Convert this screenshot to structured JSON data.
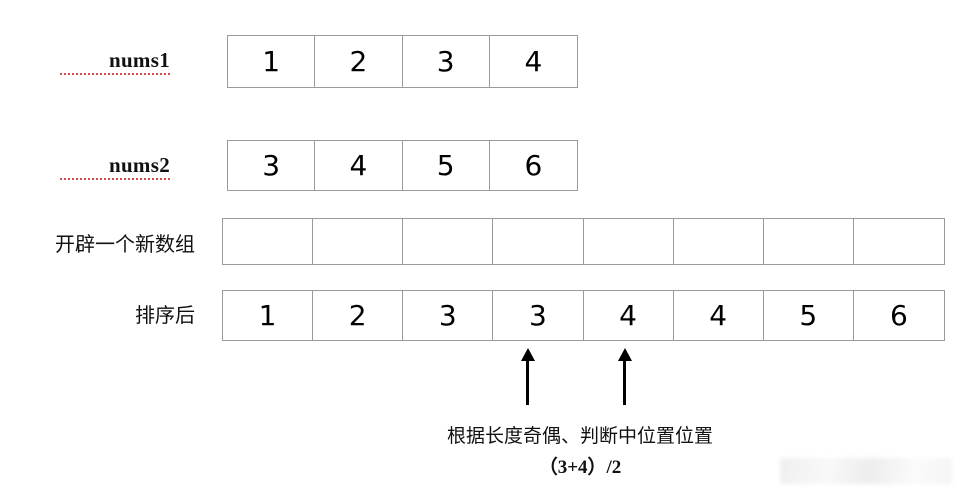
{
  "diagram": {
    "title": "merge two sorted arrays median illustration",
    "rows": [
      {
        "id": "nums1",
        "label": "nums1",
        "label_style": "latin-spellcheck",
        "cells": [
          "1",
          "2",
          "3",
          "4"
        ]
      },
      {
        "id": "nums2",
        "label": "nums2",
        "label_style": "latin-spellcheck",
        "cells": [
          "3",
          "4",
          "5",
          "6"
        ]
      },
      {
        "id": "new-array",
        "label": "开辟一个新数组",
        "label_style": "cjk",
        "cells": [
          "",
          "",
          "",
          "",
          "",
          "",
          "",
          ""
        ]
      },
      {
        "id": "sorted",
        "label": "排序后",
        "label_style": "cjk",
        "cells": [
          "1",
          "2",
          "3",
          "3",
          "4",
          "4",
          "5",
          "6"
        ]
      }
    ],
    "pointers": [
      {
        "id": "left-median-pointer",
        "target_value": "3",
        "target_index": 3
      },
      {
        "id": "right-median-pointer",
        "target_value": "4",
        "target_index": 4
      }
    ],
    "caption": {
      "line1": "根据长度奇偶、判断中位置位置",
      "line2": "（3+4）/2"
    },
    "colors": {
      "border": "#9a9a9a",
      "text": "#000000",
      "spellcheck_underline": "#d94a4a",
      "background": "#ffffff",
      "arrow": "#000000"
    }
  }
}
